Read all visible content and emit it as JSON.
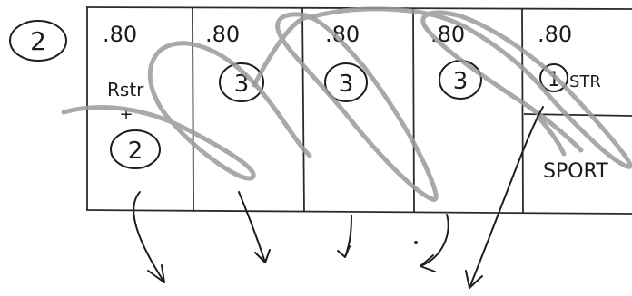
{
  "row_label": "2",
  "cells": [
    {
      "value": ".80",
      "note_lines": [
        "Rstr",
        "+"
      ],
      "circled": "2",
      "extra": ""
    },
    {
      "value": ".80",
      "note_lines": [],
      "circled": "3",
      "extra": ""
    },
    {
      "value": ".80",
      "note_lines": [],
      "circled": "3",
      "extra": ""
    },
    {
      "value": ".80",
      "note_lines": [],
      "circled": "3",
      "extra": ""
    },
    {
      "value": ".80",
      "note_lines": [],
      "circled": "1",
      "circled_suffix": "STR",
      "extra": "SPORT"
    }
  ]
}
